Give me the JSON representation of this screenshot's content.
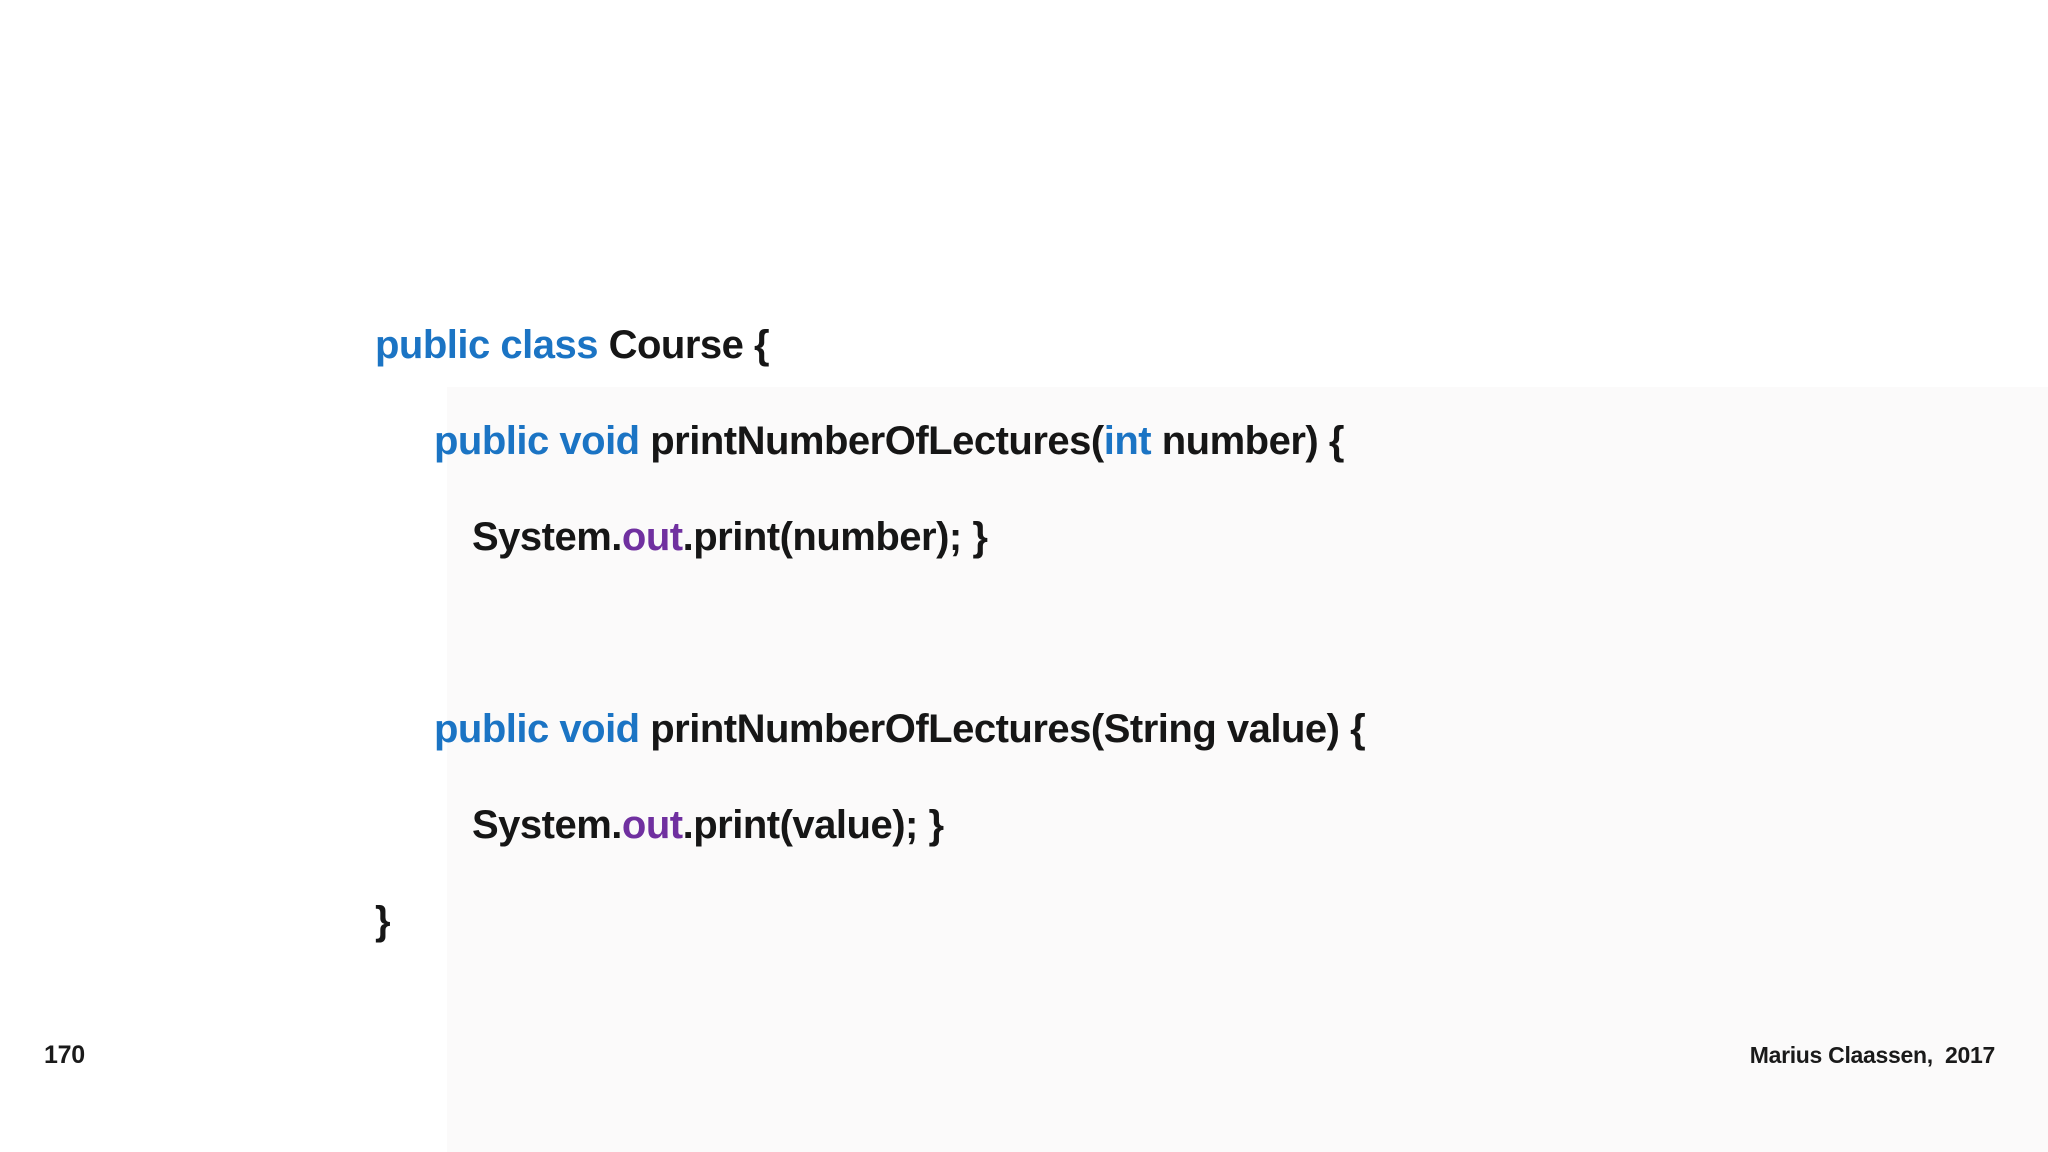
{
  "slide": {
    "page_number": "170",
    "credit": "Marius Claassen,  2017"
  },
  "colors": {
    "background": "#ffffff",
    "panel_tint": "#fbfafa",
    "keyword": "#1b74c4",
    "member": "#7030a0",
    "text": "#161616"
  },
  "code": {
    "language": "java",
    "lines": [
      {
        "segments": [
          {
            "text": "public class ",
            "role": "keyword"
          },
          {
            "text": "Course {",
            "role": "plain"
          }
        ]
      },
      {
        "segments": [
          {
            "text": "public void ",
            "role": "keyword"
          },
          {
            "text": "printNumberOfLectures(",
            "role": "plain"
          },
          {
            "text": "int",
            "role": "keyword"
          },
          {
            "text": " number) {",
            "role": "plain"
          }
        ]
      },
      {
        "segments": [
          {
            "text": "System.",
            "role": "plain"
          },
          {
            "text": "out",
            "role": "member"
          },
          {
            "text": ".print(number); }",
            "role": "plain"
          }
        ]
      },
      {
        "segments": [
          {
            "text": "public void ",
            "role": "keyword"
          },
          {
            "text": "printNumberOfLectures(String value) {",
            "role": "plain"
          }
        ]
      },
      {
        "segments": [
          {
            "text": "System.",
            "role": "plain"
          },
          {
            "text": "out",
            "role": "member"
          },
          {
            "text": ".print(value); }",
            "role": "plain"
          }
        ]
      },
      {
        "segments": [
          {
            "text": "}",
            "role": "plain"
          }
        ]
      }
    ]
  }
}
